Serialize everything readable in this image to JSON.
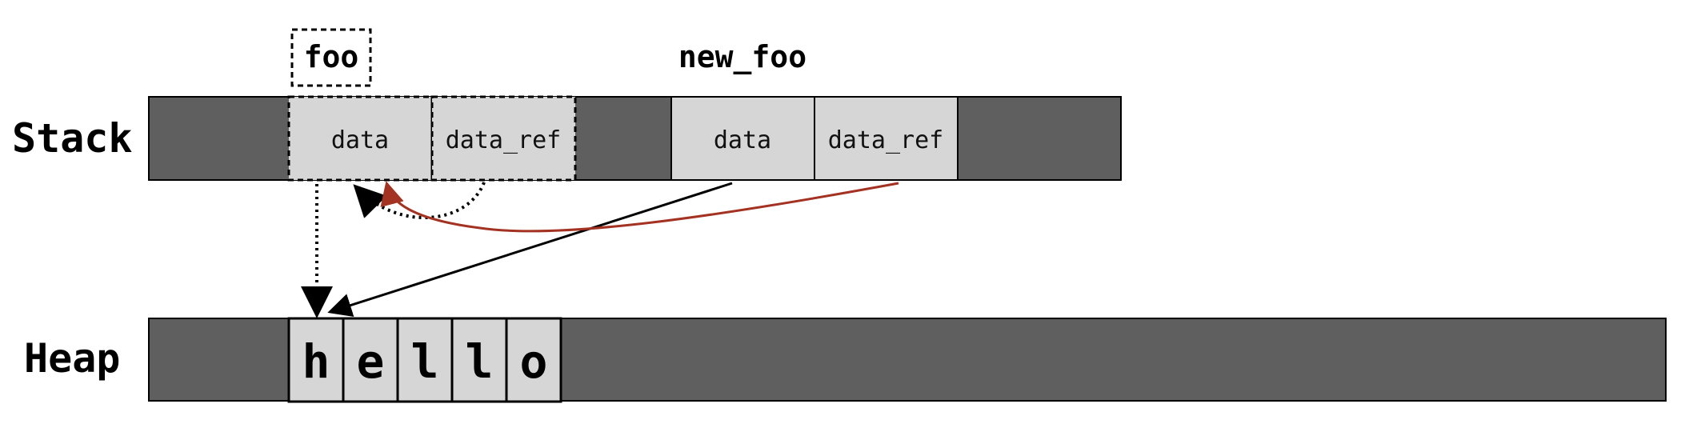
{
  "stack": {
    "label": "Stack",
    "foo_label": "foo",
    "new_foo_label": "new_foo",
    "foo_cells": [
      "data",
      "data_ref"
    ],
    "new_foo_cells": [
      "data",
      "data_ref"
    ]
  },
  "heap": {
    "label": "Heap",
    "chars": [
      "h",
      "e",
      "l",
      "l",
      "o"
    ]
  },
  "colors": {
    "memory_bg": "#5f5f5f",
    "cell_fill": "#d6d6d6",
    "outline": "#000000",
    "reference_arrow": "#a33222",
    "pointer_arrow": "#000000"
  },
  "arrows": [
    {
      "from": "foo.data",
      "to": "heap.h",
      "style": "dotted"
    },
    {
      "from": "foo.data_ref",
      "to": "foo.data",
      "style": "dotted"
    },
    {
      "from": "new_foo.data",
      "to": "heap.h",
      "style": "solid"
    },
    {
      "from": "new_foo.data_ref",
      "to": "foo.data",
      "style": "solid-red"
    }
  ]
}
